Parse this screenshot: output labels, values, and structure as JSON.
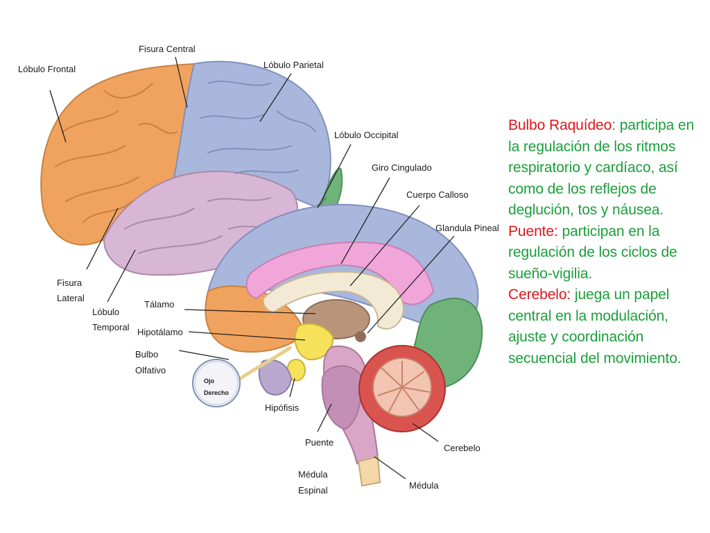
{
  "labels": {
    "frontal": "Lóbulo Frontal",
    "central_fissure": "Fisura Central",
    "parietal": "Lóbulo Parietal",
    "occipital": "Lóbulo Occipital",
    "cingulate": "Giro Cingulado",
    "corpus_callosum": "Cuerpo Calloso",
    "pineal": "Glandula Pineal",
    "lateral_fissure_1": "Fisura",
    "lateral_fissure_2": "Lateral",
    "temporal_1": "Lóbulo",
    "temporal_2": "Temporal",
    "thalamus": "Tálamo",
    "hypothalamus": "Hipotálamo",
    "olfactory_1": "Bulbo",
    "olfactory_2": "Olfativo",
    "eye_1": "Ojo",
    "eye_2": "Derecho",
    "pituitary": "Hipófisis",
    "pons": "Puente",
    "cerebellum": "Cerebelo",
    "spinal_1": "Médula",
    "spinal_2": "Espinal",
    "medulla": "Médula"
  },
  "info": {
    "bulbo_title": "Bulbo Raquídeo",
    "bulbo_colon": ":",
    "bulbo_text": " participa en la regulación de los ritmos respiratorio y cardíaco, así como de los reflejos de deglución, tos y náusea.",
    "puente_title": "Puente",
    "puente_colon": ":",
    "puente_text": " participan en la regulación de los ciclos de sueño-vigilia.",
    "cerebelo_title": "Cerebelo",
    "cerebelo_colon": ":",
    "cerebelo_text": " juega un papel central en la modulación, ajuste y coordinación secuencial del movimiento."
  },
  "colors": {
    "frontal": "#f0a35e",
    "parietal": "#a9b7dc",
    "temporal": "#d8b7d6",
    "occipital": "#6fb37a",
    "cingulate": "#f0a6d8",
    "cerebellum": "#d9534f",
    "title_red": "#e0161b",
    "text_green": "#1b9e3a"
  }
}
